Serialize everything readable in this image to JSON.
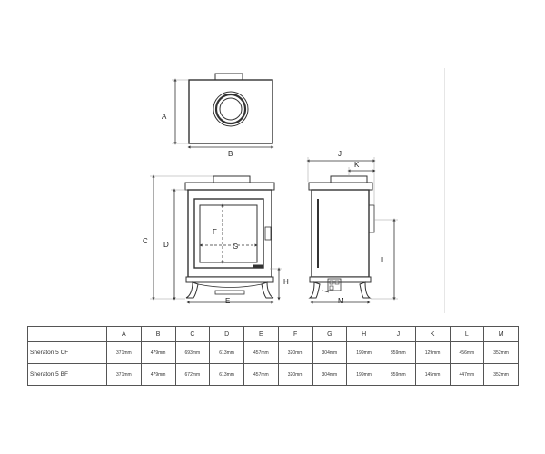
{
  "labels": {
    "A": "A",
    "B": "B",
    "C": "C",
    "D": "D",
    "E": "E",
    "F": "F",
    "G": "G",
    "H": "H",
    "J": "J",
    "K": "K",
    "L": "L",
    "M": "M"
  },
  "table": {
    "headers": [
      "",
      "A",
      "B",
      "C",
      "D",
      "E",
      "F",
      "G",
      "H",
      "J",
      "K",
      "L",
      "M"
    ],
    "rows": [
      {
        "model": "Sheraton 5 CF",
        "values": [
          "371mm",
          "479mm",
          "693mm",
          "613mm",
          "457mm",
          "320mm",
          "304mm",
          "199mm",
          "359mm",
          "129mm",
          "456mm",
          "352mm"
        ]
      },
      {
        "model": "Sheraton 5 BF",
        "values": [
          "371mm",
          "479mm",
          "672mm",
          "613mm",
          "457mm",
          "320mm",
          "304mm",
          "199mm",
          "359mm",
          "145mm",
          "447mm",
          "352mm"
        ]
      }
    ]
  }
}
